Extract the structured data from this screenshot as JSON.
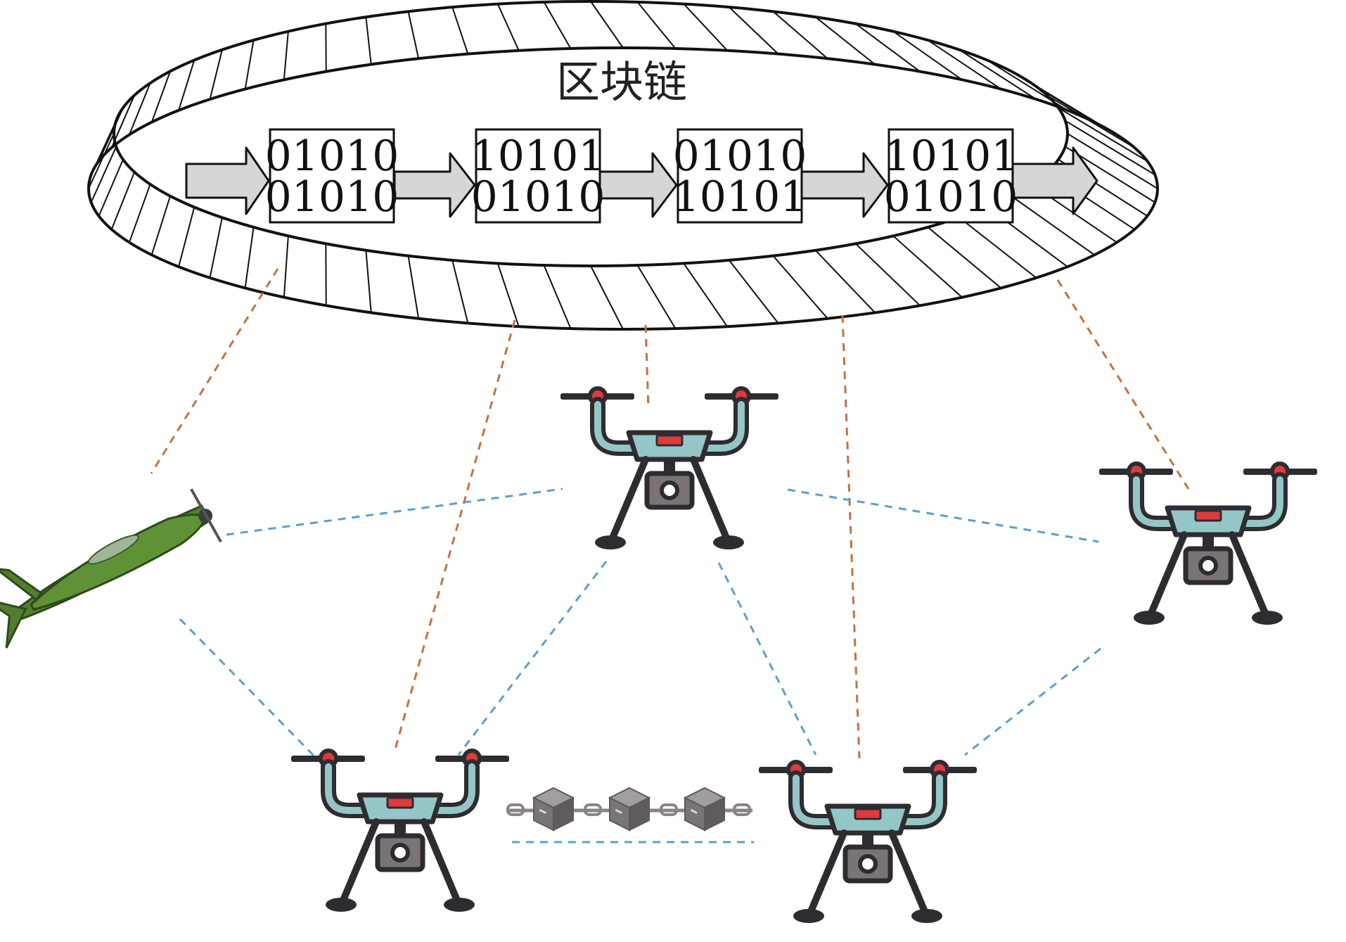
{
  "title": "区块链",
  "blocks": [
    {
      "top": "01010",
      "bottom": "01010"
    },
    {
      "top": "10101",
      "bottom": "01010"
    },
    {
      "top": "01010",
      "bottom": "10101"
    },
    {
      "top": "10101",
      "bottom": "01010"
    }
  ],
  "colors": {
    "blockchain_link": "#c8703a",
    "network_link": "#5aa0cc",
    "drone_body": "#94c6c7",
    "drone_outline": "#2f2c31",
    "drone_accent": "#e03a3a",
    "airplane": "#4f7f2e",
    "chain_block": "#7a7476"
  }
}
